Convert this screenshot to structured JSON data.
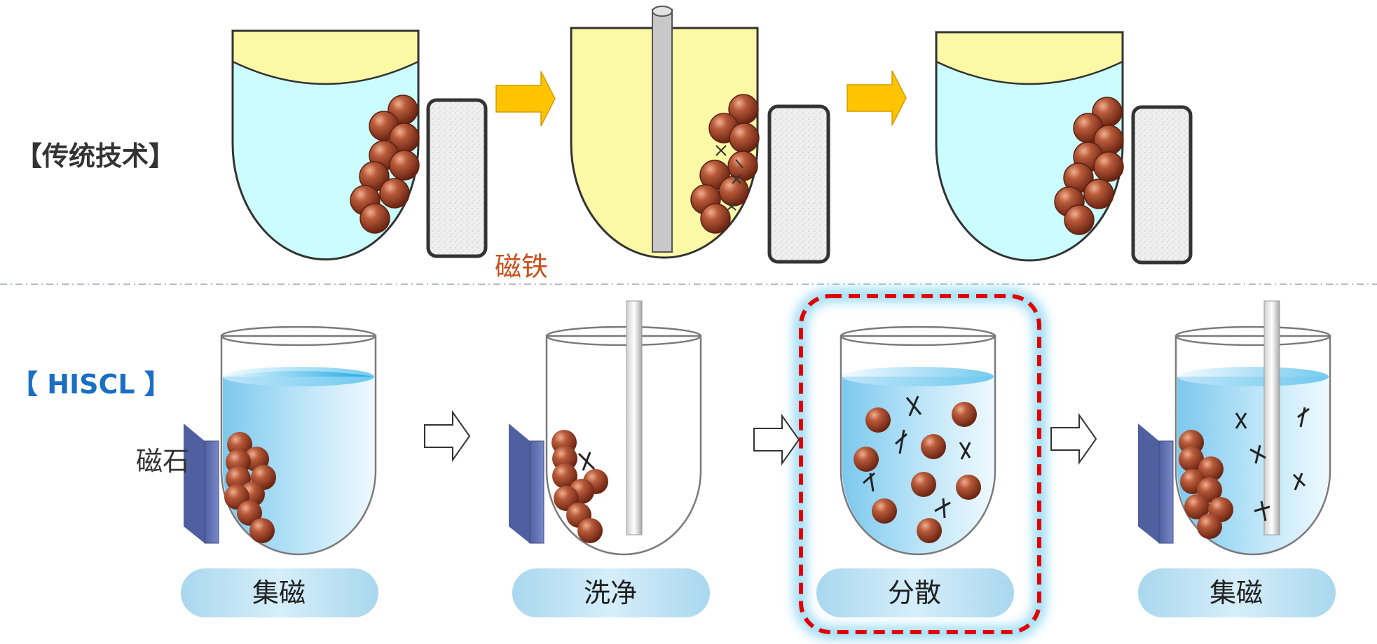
{
  "traditional": {
    "row_label": "【传统技术】",
    "magnet_label": "磁铁"
  },
  "hiscl": {
    "row_label": "【 HISCL 】",
    "magnet_label": "磁石",
    "steps": [
      {
        "label": "集磁"
      },
      {
        "label": "洗净"
      },
      {
        "label": "分散"
      },
      {
        "label": "集磁"
      }
    ]
  },
  "colors": {
    "yellow_liquid": "#fbf8a6",
    "blue_liquid": "#cbfcfe",
    "bead": "#a5482c",
    "arrow_fill": "#ffc400",
    "highlight_dash": "#e00000",
    "hiscl_label": "#1a6fc4",
    "magnet_label": "#c8501c"
  }
}
